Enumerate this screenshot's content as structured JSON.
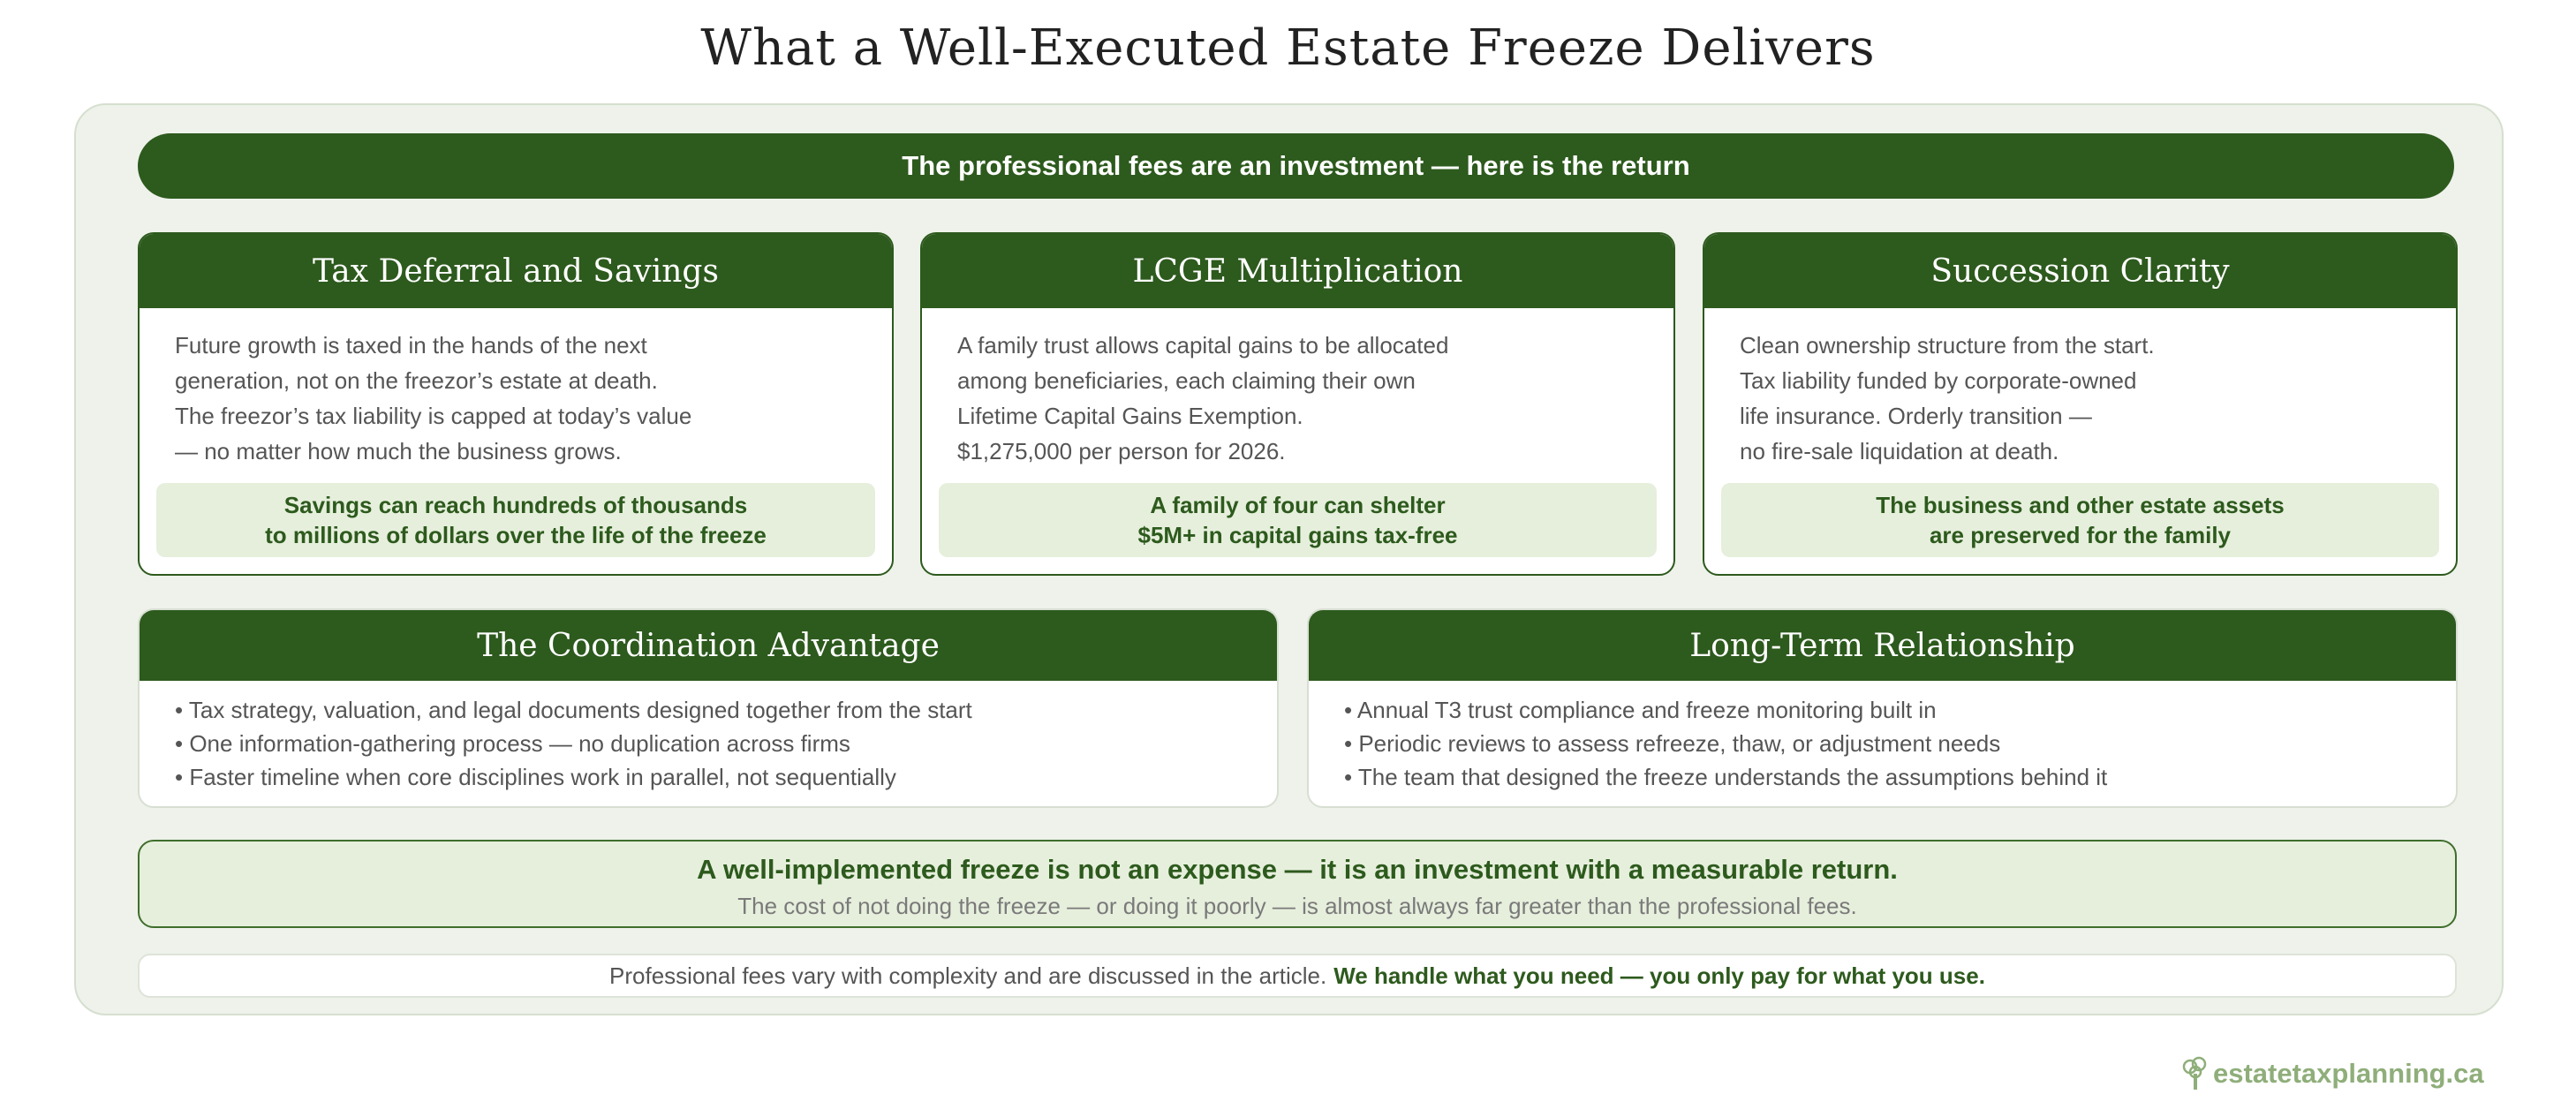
{
  "title": "What a Well-Executed Estate Freeze Delivers",
  "banner": "The professional fees are an investment — here is the return",
  "top_cards": [
    {
      "heading": "Tax Deferral and Savings",
      "lines": [
        "Future growth is taxed in the hands of the next",
        "generation, not on the freezor’s estate at death.",
        "The freezor’s tax liability is capped at today’s value",
        "— no matter how much the business grows."
      ],
      "callout": [
        "Savings can reach hundreds of thousands",
        "to millions of dollars over the life of the freeze"
      ]
    },
    {
      "heading": "LCGE Multiplication",
      "lines": [
        "A family trust allows capital gains to be allocated",
        "among beneficiaries, each claiming their own",
        "Lifetime Capital Gains Exemption.",
        "$1,275,000 per person for 2026."
      ],
      "callout": [
        "A family of four can shelter",
        "$5M+ in capital gains tax-free"
      ]
    },
    {
      "heading": "Succession Clarity",
      "lines": [
        "Clean ownership structure from the start.",
        "Tax liability funded by corporate-owned",
        "life insurance. Orderly transition —",
        "no fire-sale liquidation at death."
      ],
      "callout": [
        "The business and other estate assets",
        "are preserved for the family"
      ]
    }
  ],
  "bottom_cards": [
    {
      "heading": "The Coordination Advantage",
      "lines": [
        "• Tax strategy, valuation, and legal documents designed together from the start",
        "• One information-gathering process — no duplication across firms",
        "• Faster timeline when core disciplines work in parallel, not sequentially"
      ]
    },
    {
      "heading": "Long-Term Relationship",
      "lines": [
        "• Annual T3 trust compliance and freeze monitoring built in",
        "• Periodic reviews to assess refreeze, thaw, or adjustment needs",
        "• The team that designed the freeze understands the assumptions behind it"
      ]
    }
  ],
  "summary": {
    "headline": "A well-implemented freeze is not an expense — it is an investment with a measurable return.",
    "subline": "The cost of not doing the freeze — or doing it poorly — is almost always far greater than the professional fees."
  },
  "footnote": {
    "text": "Professional fees vary with complexity and are discussed in the article.",
    "emphasis": "We handle what you need — you only pay for what you use."
  },
  "brand": {
    "name": "estatetaxplanning.ca",
    "icon": "tree-icon"
  },
  "colors": {
    "primary": "#2d5a1d",
    "panel": "#eef2ea",
    "callout": "#e6efdc",
    "brand": "#8fae7a"
  }
}
